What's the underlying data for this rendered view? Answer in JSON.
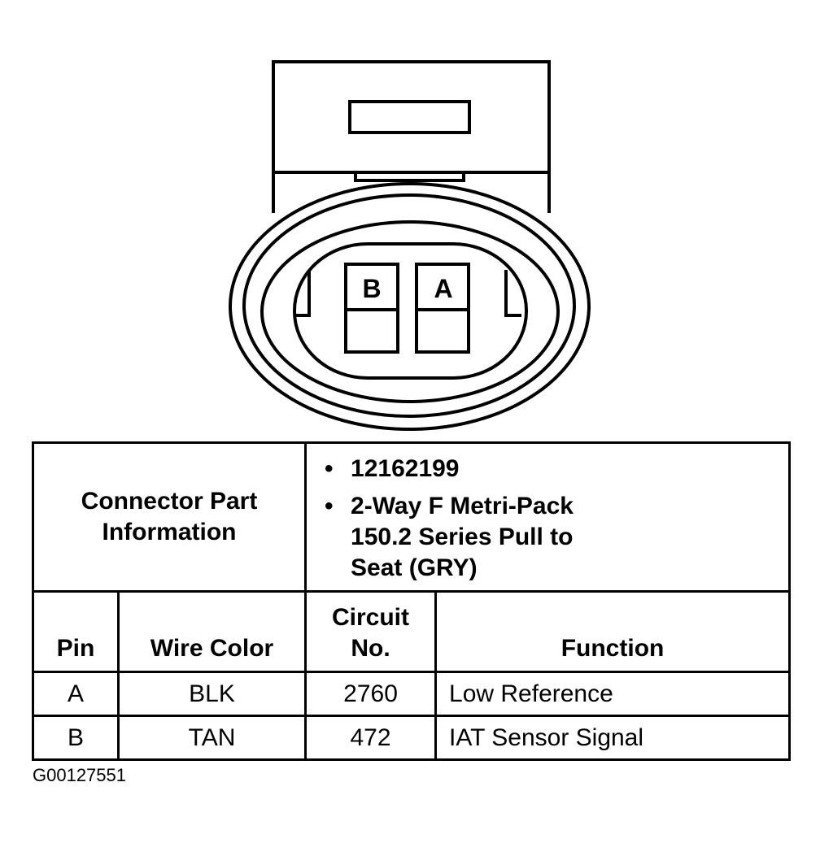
{
  "connector": {
    "pin_b_label": "B",
    "pin_a_label": "A"
  },
  "table": {
    "part_info_label_line1": "Connector Part",
    "part_info_label_line2": "Information",
    "part_info_items": [
      "12162199",
      "2-Way F Metri-Pack 150.2 Series Pull to Seat (GRY)"
    ],
    "part_info_item2_lines": [
      "2-Way F Metri-Pack",
      "150.2 Series Pull to",
      "Seat (GRY)"
    ],
    "headers": {
      "pin": "Pin",
      "wire_color": "Wire Color",
      "circuit_line1": "Circuit",
      "circuit_line2": "No.",
      "function": "Function"
    },
    "rows": [
      {
        "pin": "A",
        "wire_color": "BLK",
        "circuit": "2760",
        "function": "Low Reference"
      },
      {
        "pin": "B",
        "wire_color": "TAN",
        "circuit": "472",
        "function": "IAT Sensor Signal"
      }
    ]
  },
  "figure_id": "G00127551"
}
